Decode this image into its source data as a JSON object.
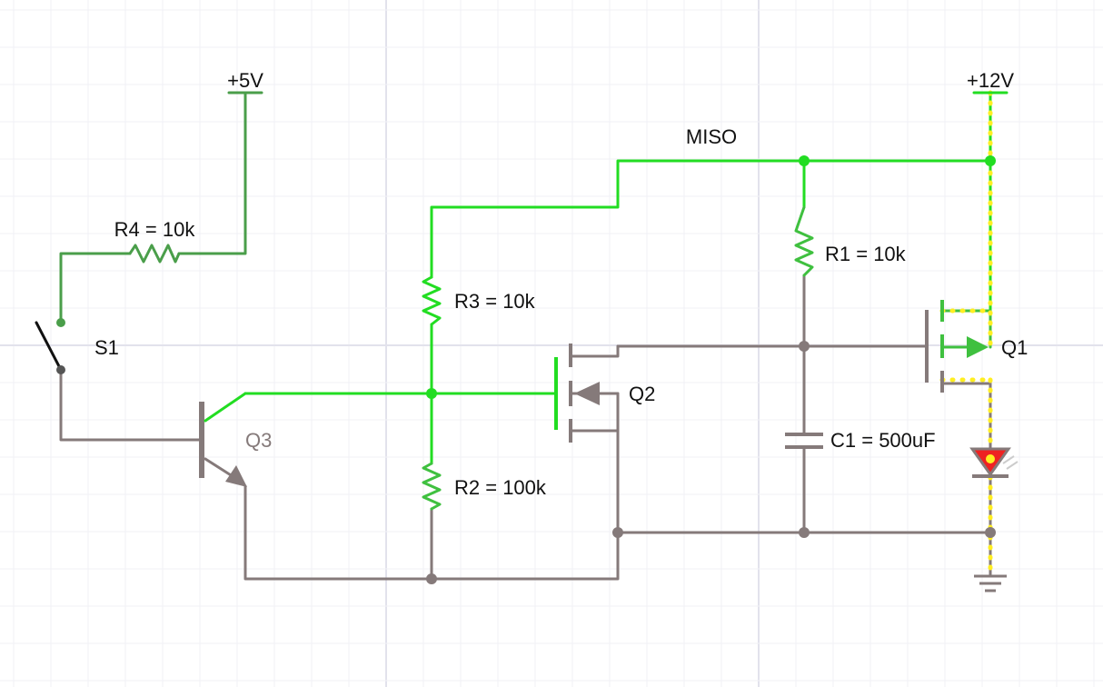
{
  "colors": {
    "wire_inactive": "#857a7a",
    "wire_active": "#22dd22",
    "wire_active_dark": "#4a9e4a",
    "current_dots": "#ffee22",
    "led_body": "#ee2222",
    "grid": "#e2e2ec"
  },
  "rails": {
    "plus5": "+5V",
    "plus12": "+12V"
  },
  "net_labels": {
    "miso": "MISO"
  },
  "components": {
    "r4": "R4 = 10k",
    "r3": "R3 = 10k",
    "r2": "R2 = 100k",
    "r1": "R1 = 10k",
    "c1": "C1 = 500uF",
    "s1": "S1",
    "q1": "Q1",
    "q2": "Q2",
    "q3": "Q3"
  },
  "icons": {
    "switch": "switch-icon",
    "resistor": "resistor-icon",
    "capacitor": "capacitor-icon",
    "npn": "npn-transistor-icon",
    "nmos": "nmos-transistor-icon",
    "pmos": "pmos-transistor-icon",
    "led": "led-icon",
    "ground": "ground-icon"
  }
}
